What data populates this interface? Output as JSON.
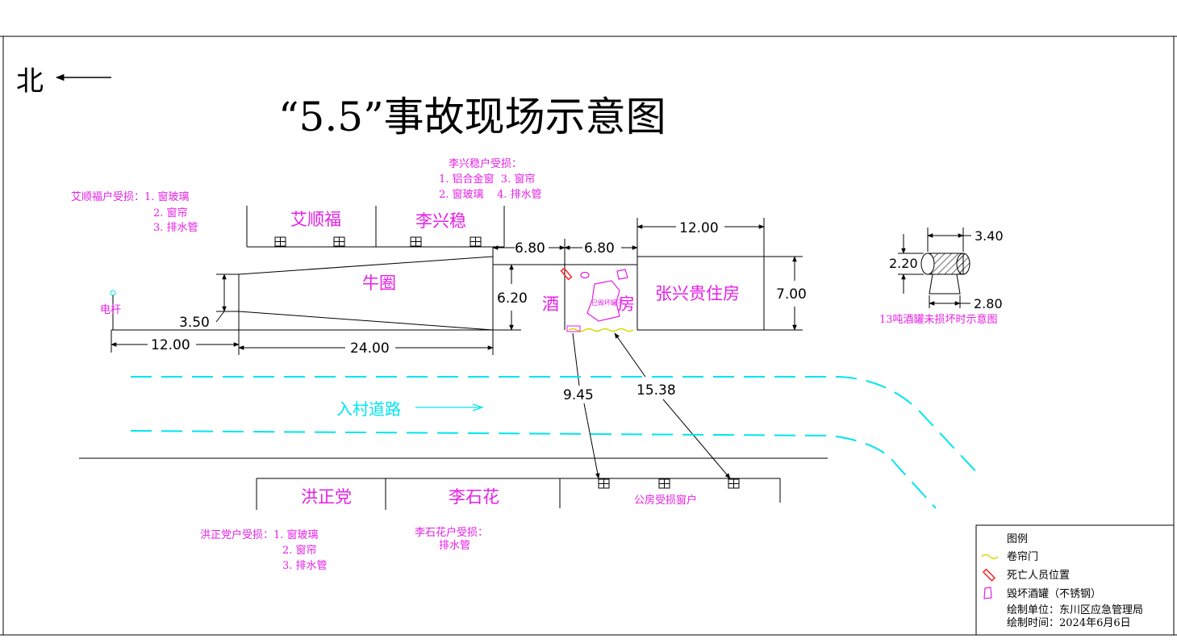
{
  "north_label": "北",
  "title": "“5.5”事故现场示意图",
  "houses": {
    "ai_shunfu": "艾顺福",
    "li_xingwen": "李兴稳",
    "niu_juan": "牛圈",
    "jiu": "酒",
    "fang": "房",
    "zhang_xinggui": "张兴贵住房",
    "hong_zhengdang": "洪正党",
    "li_shihua": "李石花",
    "gongfang": "公房受损窗户",
    "tank_label": "已毁坏罐子"
  },
  "damage_notes": {
    "ai_shunfu": [
      "艾顺福户受损：1. 窗玻璃",
      "2. 窗帘",
      "3. 排水管"
    ],
    "li_xingwen": [
      "李兴稳户受损：",
      "1. 铝合金窗  3. 窗帘",
      "2. 窗玻璃    4. 排水管"
    ],
    "hong_zhengdang": [
      "洪正党户受损：1. 窗玻璃",
      "2. 窗帘",
      "3. 排水管"
    ],
    "li_shihua": [
      "李石花户受损：",
      "排水管"
    ]
  },
  "pole_label": "电杆",
  "road_label": "入村道路",
  "dimensions": {
    "d_6_80_a": "6.80",
    "d_6_80_b": "6.80",
    "d_12_00_top": "12.00",
    "d_6_20": "6.20",
    "d_7_00": "7.00",
    "d_3_50": "3.50",
    "d_12_00_bottom": "12.00",
    "d_24_00": "24.00",
    "d_9_45": "9.45",
    "d_15_38": "15.38",
    "tank_3_40": "3.40",
    "tank_2_20": "2.20",
    "tank_2_80": "2.80"
  },
  "tank_caption": "13吨酒罐未损坏时示意图",
  "legend": {
    "title": "图例",
    "items": [
      "卷帘门",
      "死亡人员位置",
      "毁坏酒罐（不锈钢）"
    ],
    "unit": "绘制单位：东川区应急管理局",
    "date": "绘制时间：2024年6月6日"
  },
  "colors": {
    "magenta": "#e61ee6",
    "cyan": "#00e5ee",
    "yellow": "#d8d800",
    "red": "#ff2020",
    "line": "#000000"
  }
}
